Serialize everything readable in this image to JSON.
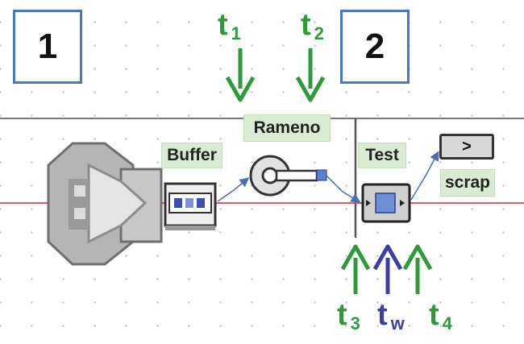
{
  "zones": [
    {
      "label": "1"
    },
    {
      "label": "2"
    }
  ],
  "objects": {
    "buffer": "Buffer",
    "rameno": "Rameno",
    "test": "Test",
    "scrap": "scrap",
    "scrap_button": ">"
  },
  "time_markers": [
    {
      "base": "t",
      "sub": "1",
      "color": "#2e9a39"
    },
    {
      "base": "t",
      "sub": "2",
      "color": "#2e9a39"
    },
    {
      "base": "t",
      "sub": "3",
      "color": "#2e9a39"
    },
    {
      "base": "t",
      "sub": "w",
      "color": "#3b3fa3"
    },
    {
      "base": "t",
      "sub": "4",
      "color": "#2e9a39"
    }
  ],
  "colors": {
    "zone_border": "#4a78c0",
    "label_bg": "#d9ecd2",
    "arrow_green": "#2e9a39",
    "arrow_blue": "#3b3fa3",
    "flow_line": "#e0404a"
  }
}
